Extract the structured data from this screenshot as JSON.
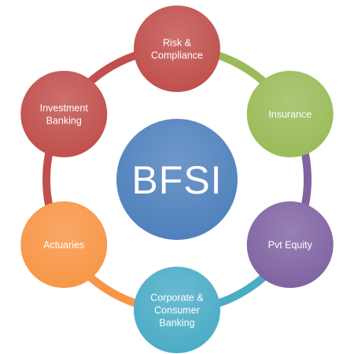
{
  "center": {
    "label": "BFSI",
    "color": "#4f81bd"
  },
  "nodes": [
    {
      "id": "risk",
      "lines": [
        "Risk &",
        "Compliance"
      ],
      "color": "#c0504d",
      "ring_color": "#c0504d"
    },
    {
      "id": "insurance",
      "lines": [
        "Insurance"
      ],
      "color": "#9bbb59",
      "ring_color": "#9bbb59"
    },
    {
      "id": "pvt-equity",
      "lines": [
        "Pvt Equity"
      ],
      "color": "#8064a2",
      "ring_color": "#8064a2"
    },
    {
      "id": "corporate",
      "lines": [
        "Corporate &",
        "Consumer",
        "Banking"
      ],
      "color": "#4bacc6",
      "ring_color": "#4bacc6"
    },
    {
      "id": "actuaries",
      "lines": [
        "Actuaries"
      ],
      "color": "#f79646",
      "ring_color": "#f79646"
    },
    {
      "id": "investment",
      "lines": [
        "Investment",
        "Banking"
      ],
      "color": "#c0504d",
      "ring_color": "#c0504d"
    }
  ]
}
